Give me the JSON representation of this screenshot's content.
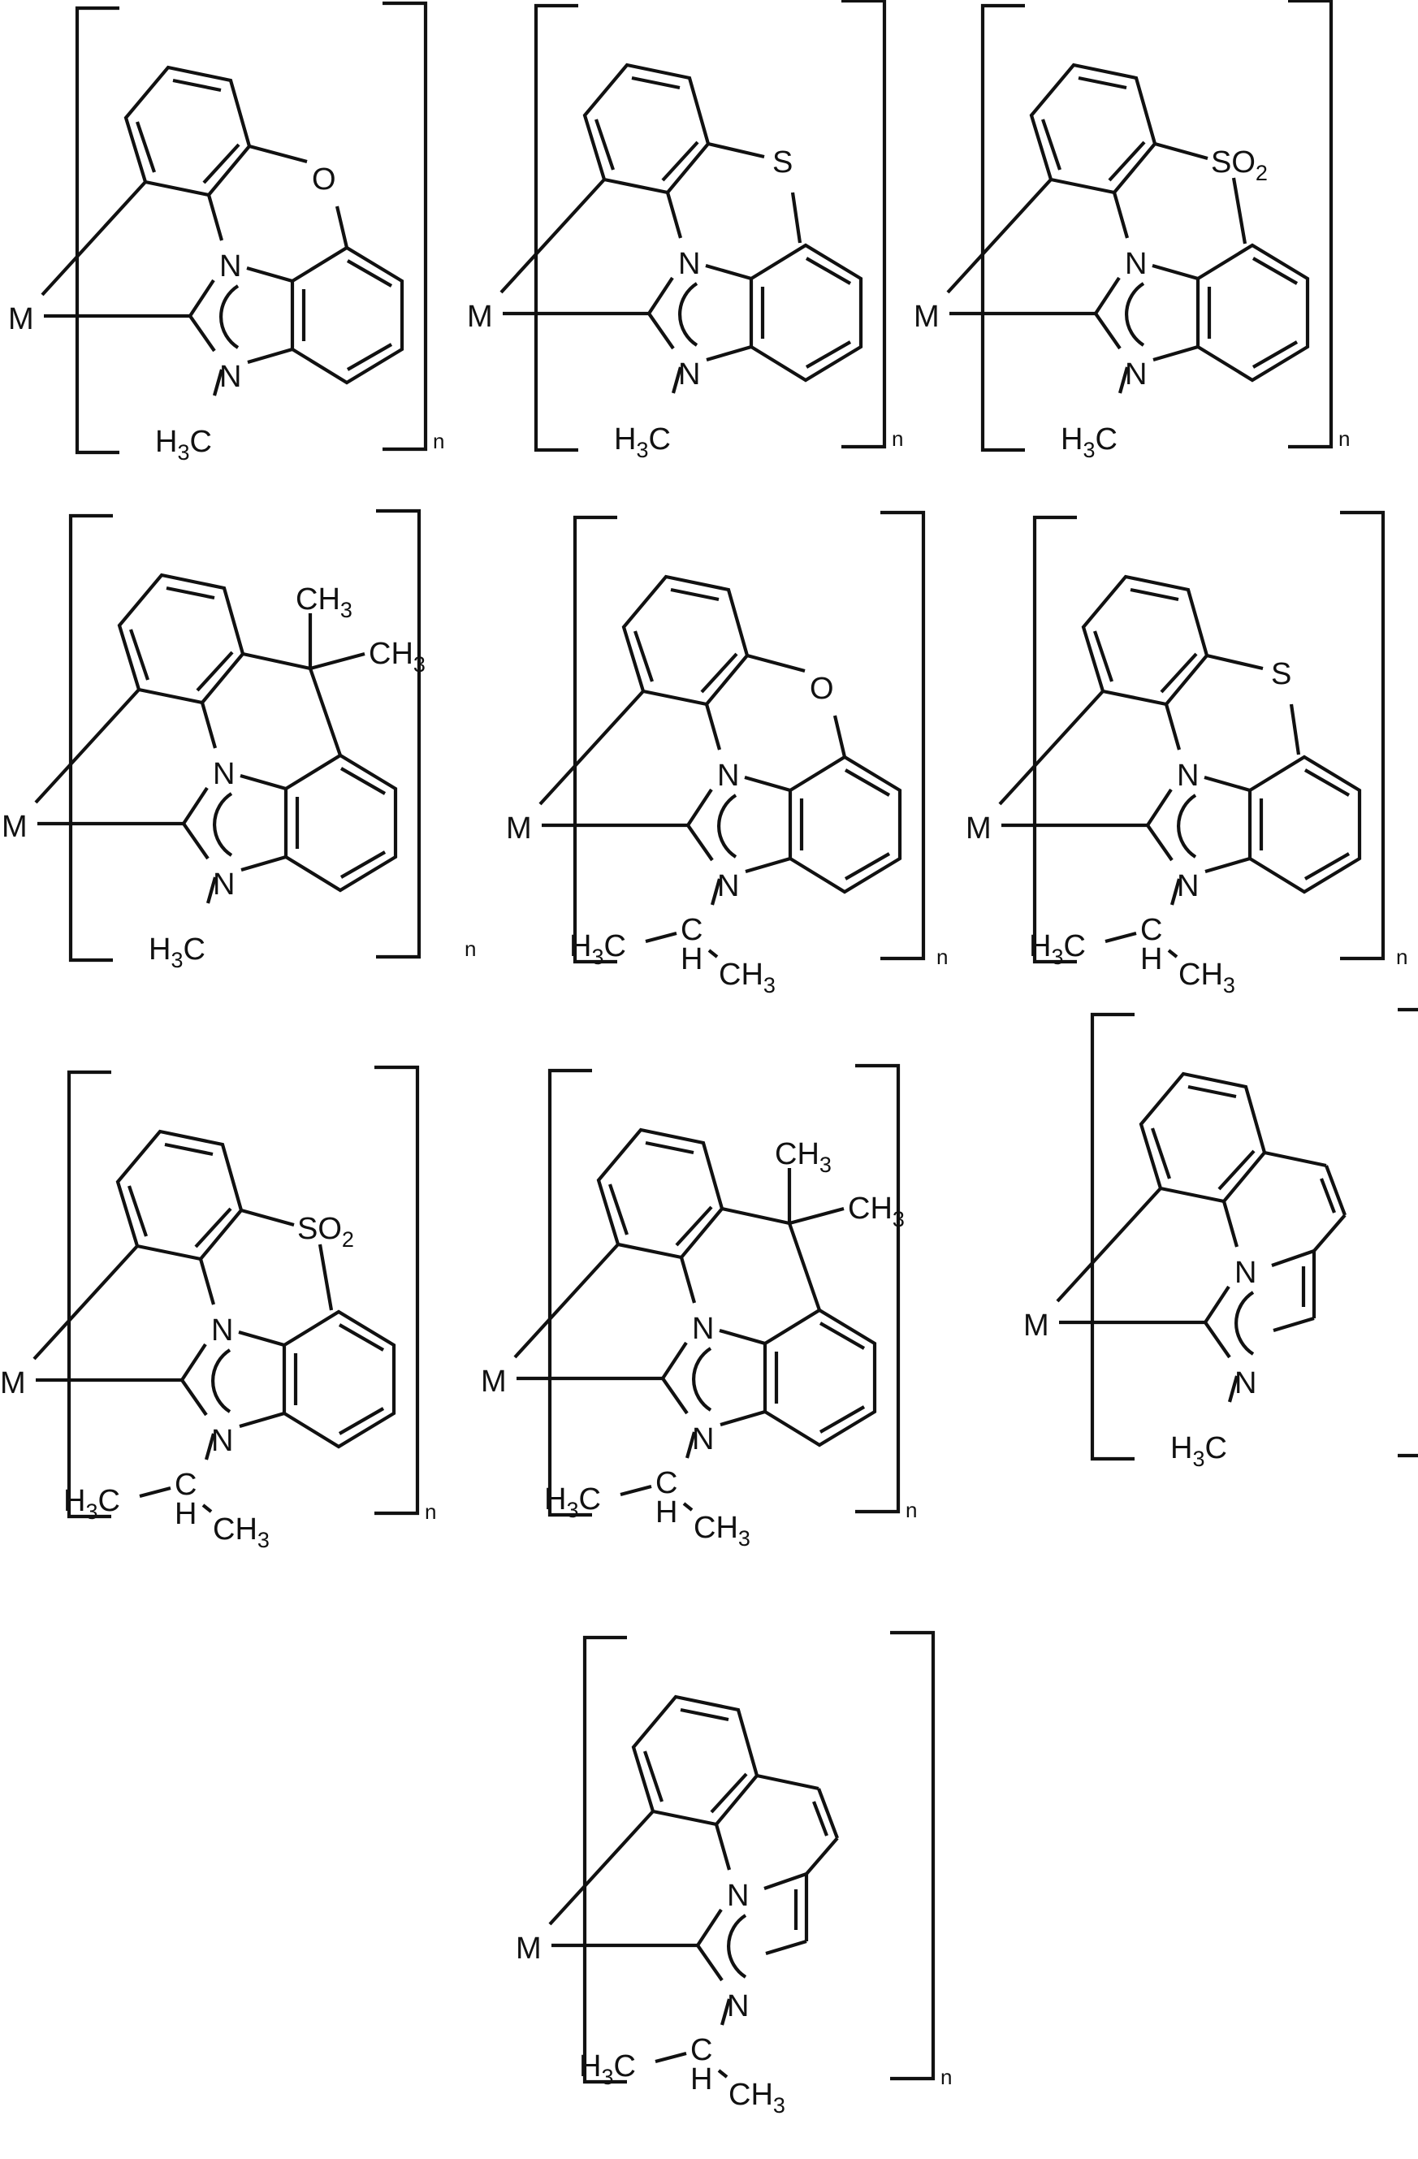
{
  "figure": {
    "type": "chemical-structure-sheet",
    "background": "#ffffff",
    "line_color": "#111111",
    "repeat_label": "n",
    "metal_label": "M",
    "nitrogen_label": "N",
    "structures": [
      {
        "id": 1,
        "row": 1,
        "bridge": "O",
        "bridge_sub": "",
        "core": "benzimidazolylidene",
        "n_substituent": "methyl",
        "methyl_label": {
          "H": "H",
          "sub": "3",
          "C": "C"
        }
      },
      {
        "id": 2,
        "row": 1,
        "bridge": "S",
        "bridge_sub": "",
        "core": "benzimidazolylidene",
        "n_substituent": "methyl",
        "methyl_label": {
          "H": "H",
          "sub": "3",
          "C": "C"
        }
      },
      {
        "id": 3,
        "row": 1,
        "bridge": "SO",
        "bridge_sub": "2",
        "core": "benzimidazolylidene",
        "n_substituent": "methyl",
        "methyl_label": {
          "H": "H",
          "sub": "3",
          "C": "C"
        }
      },
      {
        "id": 4,
        "row": 2,
        "bridge": "C(CH3)2",
        "bridge_labels": [
          "CH",
          "CH"
        ],
        "bridge_sub": "3",
        "core": "benzimidazolylidene",
        "n_substituent": "methyl",
        "methyl_label": {
          "H": "H",
          "sub": "3",
          "C": "C"
        }
      },
      {
        "id": 5,
        "row": 2,
        "bridge": "O",
        "bridge_sub": "",
        "core": "benzimidazolylidene",
        "n_substituent": "isopropyl",
        "isopropyl_label": {
          "left": "H",
          "left_sub": "3",
          "left_c": "C",
          "center_c": "C",
          "center_h": "H",
          "right": "CH",
          "right_sub": "3"
        }
      },
      {
        "id": 6,
        "row": 2,
        "bridge": "S",
        "bridge_sub": "",
        "core": "benzimidazolylidene",
        "n_substituent": "isopropyl",
        "isopropyl_label": {
          "left": "H",
          "left_sub": "3",
          "left_c": "C",
          "center_c": "C",
          "center_h": "H",
          "right": "CH",
          "right_sub": "3"
        }
      },
      {
        "id": 7,
        "row": 3,
        "bridge": "SO",
        "bridge_sub": "2",
        "core": "benzimidazolylidene",
        "n_substituent": "isopropyl",
        "isopropyl_label": {
          "left": "H",
          "left_sub": "3",
          "left_c": "C",
          "center_c": "C",
          "center_h": "H",
          "right": "CH",
          "right_sub": "3"
        }
      },
      {
        "id": 8,
        "row": 3,
        "bridge": "C(CH3)2",
        "bridge_labels": [
          "CH",
          "CH"
        ],
        "bridge_sub": "3",
        "core": "benzimidazolylidene",
        "n_substituent": "isopropyl",
        "isopropyl_label": {
          "left": "H",
          "left_sub": "3",
          "left_c": "C",
          "center_c": "C",
          "center_h": "H",
          "right": "CH",
          "right_sub": "3"
        }
      },
      {
        "id": 9,
        "row": 3,
        "bridge": "CH=CH",
        "bridge_sub": "",
        "core": "imidazo[1,2-a]quinolinylidene",
        "n_substituent": "methyl",
        "methyl_label": {
          "H": "H",
          "sub": "3",
          "C": "C"
        }
      },
      {
        "id": 10,
        "row": 4,
        "bridge": "CH=CH",
        "bridge_sub": "",
        "core": "imidazo[1,2-a]quinolinylidene",
        "n_substituent": "isopropyl",
        "isopropyl_label": {
          "left": "H",
          "left_sub": "3",
          "left_c": "C",
          "center_c": "C",
          "center_h": "H",
          "right": "CH",
          "right_sub": "3"
        }
      }
    ]
  }
}
